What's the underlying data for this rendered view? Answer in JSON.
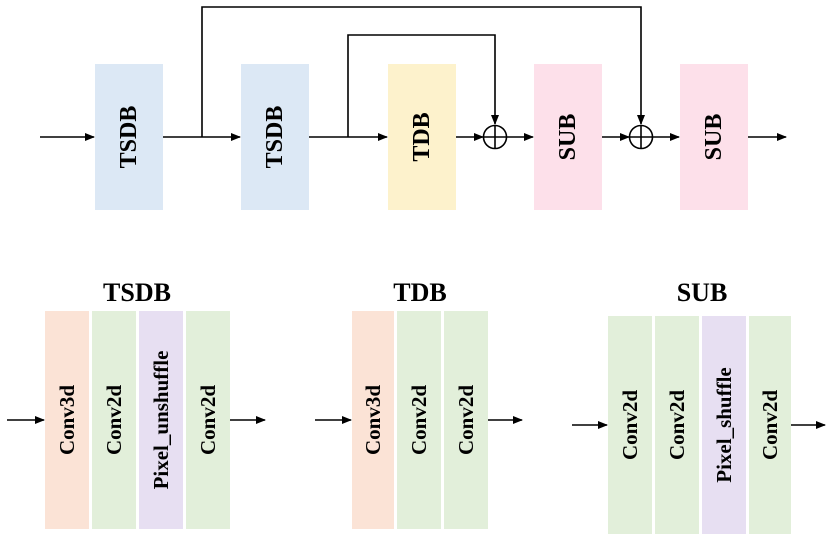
{
  "colors": {
    "tsdb": "#dce8f5",
    "tdb": "#fdf2cc",
    "sub": "#fde0ea",
    "conv3d": "#fbe3d6",
    "conv2d": "#e2efda",
    "pixel": "#e7dff2",
    "line": "#000000"
  },
  "top": {
    "blocks": [
      "TSDB",
      "TSDB",
      "TDB",
      "SUB",
      "SUB"
    ],
    "add_symbol": "⊕"
  },
  "details": {
    "tsdb": {
      "title": "TSDB",
      "layers": [
        "Conv3d",
        "Conv2d",
        "Pixel_unshuffle",
        "Conv2d"
      ]
    },
    "tdb": {
      "title": "TDB",
      "layers": [
        "Conv3d",
        "Conv2d",
        "Conv2d"
      ]
    },
    "sub": {
      "title": "SUB",
      "layers": [
        "Conv2d",
        "Conv2d",
        "Pixel_shuffle",
        "Conv2d"
      ]
    }
  }
}
